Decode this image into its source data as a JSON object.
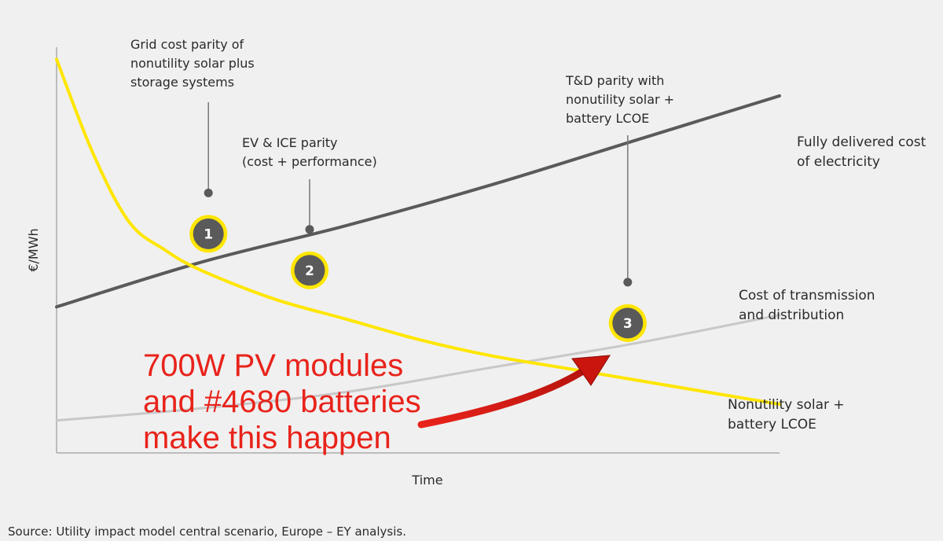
{
  "chart_data": {
    "type": "line",
    "xlabel": "Time",
    "ylabel": "€/MWh",
    "xlim": [
      0,
      100
    ],
    "ylim": [
      0,
      100
    ],
    "series": [
      {
        "name": "Fully delivered cost of electricity",
        "name_lines": [
          "Fully delivered cost",
          "of electricity"
        ],
        "color": "#5a5a5a",
        "x": [
          0,
          20,
          40,
          60,
          80,
          100
        ],
        "y": [
          36,
          47,
          56,
          66,
          77,
          88
        ]
      },
      {
        "name": "Cost of transmission and distribution",
        "name_lines": [
          "Cost of transmission",
          "and distribution"
        ],
        "color": "#c8c8c8",
        "x": [
          0,
          20,
          40,
          60,
          80,
          100
        ],
        "y": [
          8,
          11,
          15,
          21,
          27,
          34
        ]
      },
      {
        "name": "Nonutility solar + battery LCOE",
        "name_lines": [
          "Nonutility solar +",
          "battery LCOE"
        ],
        "color": "#ffe600",
        "x": [
          0,
          5,
          10,
          15,
          20,
          30,
          40,
          50,
          60,
          70,
          80,
          90,
          100
        ],
        "y": [
          97,
          74,
          57,
          50,
          45,
          38,
          33,
          28,
          24,
          21,
          18,
          15,
          12
        ]
      }
    ],
    "markers": [
      {
        "label": "1",
        "x": 21,
        "y": 54,
        "text": [
          "Grid cost parity of",
          "nonutility solar plus",
          "storage systems"
        ]
      },
      {
        "label": "2",
        "x": 35,
        "y": 45,
        "text": [
          "EV & ICE parity",
          "(cost + performance)"
        ]
      },
      {
        "label": "3",
        "x": 79,
        "y": 32,
        "text": [
          "T&D parity with",
          "nonutility solar +",
          "battery LCOE"
        ]
      }
    ],
    "annotation": {
      "lines": [
        "700W PV modules",
        "and #4680 batteries",
        "make this happen"
      ],
      "color": "#e8231b"
    },
    "source": "Source: Utility impact model central scenario, Europe – EY analysis."
  }
}
